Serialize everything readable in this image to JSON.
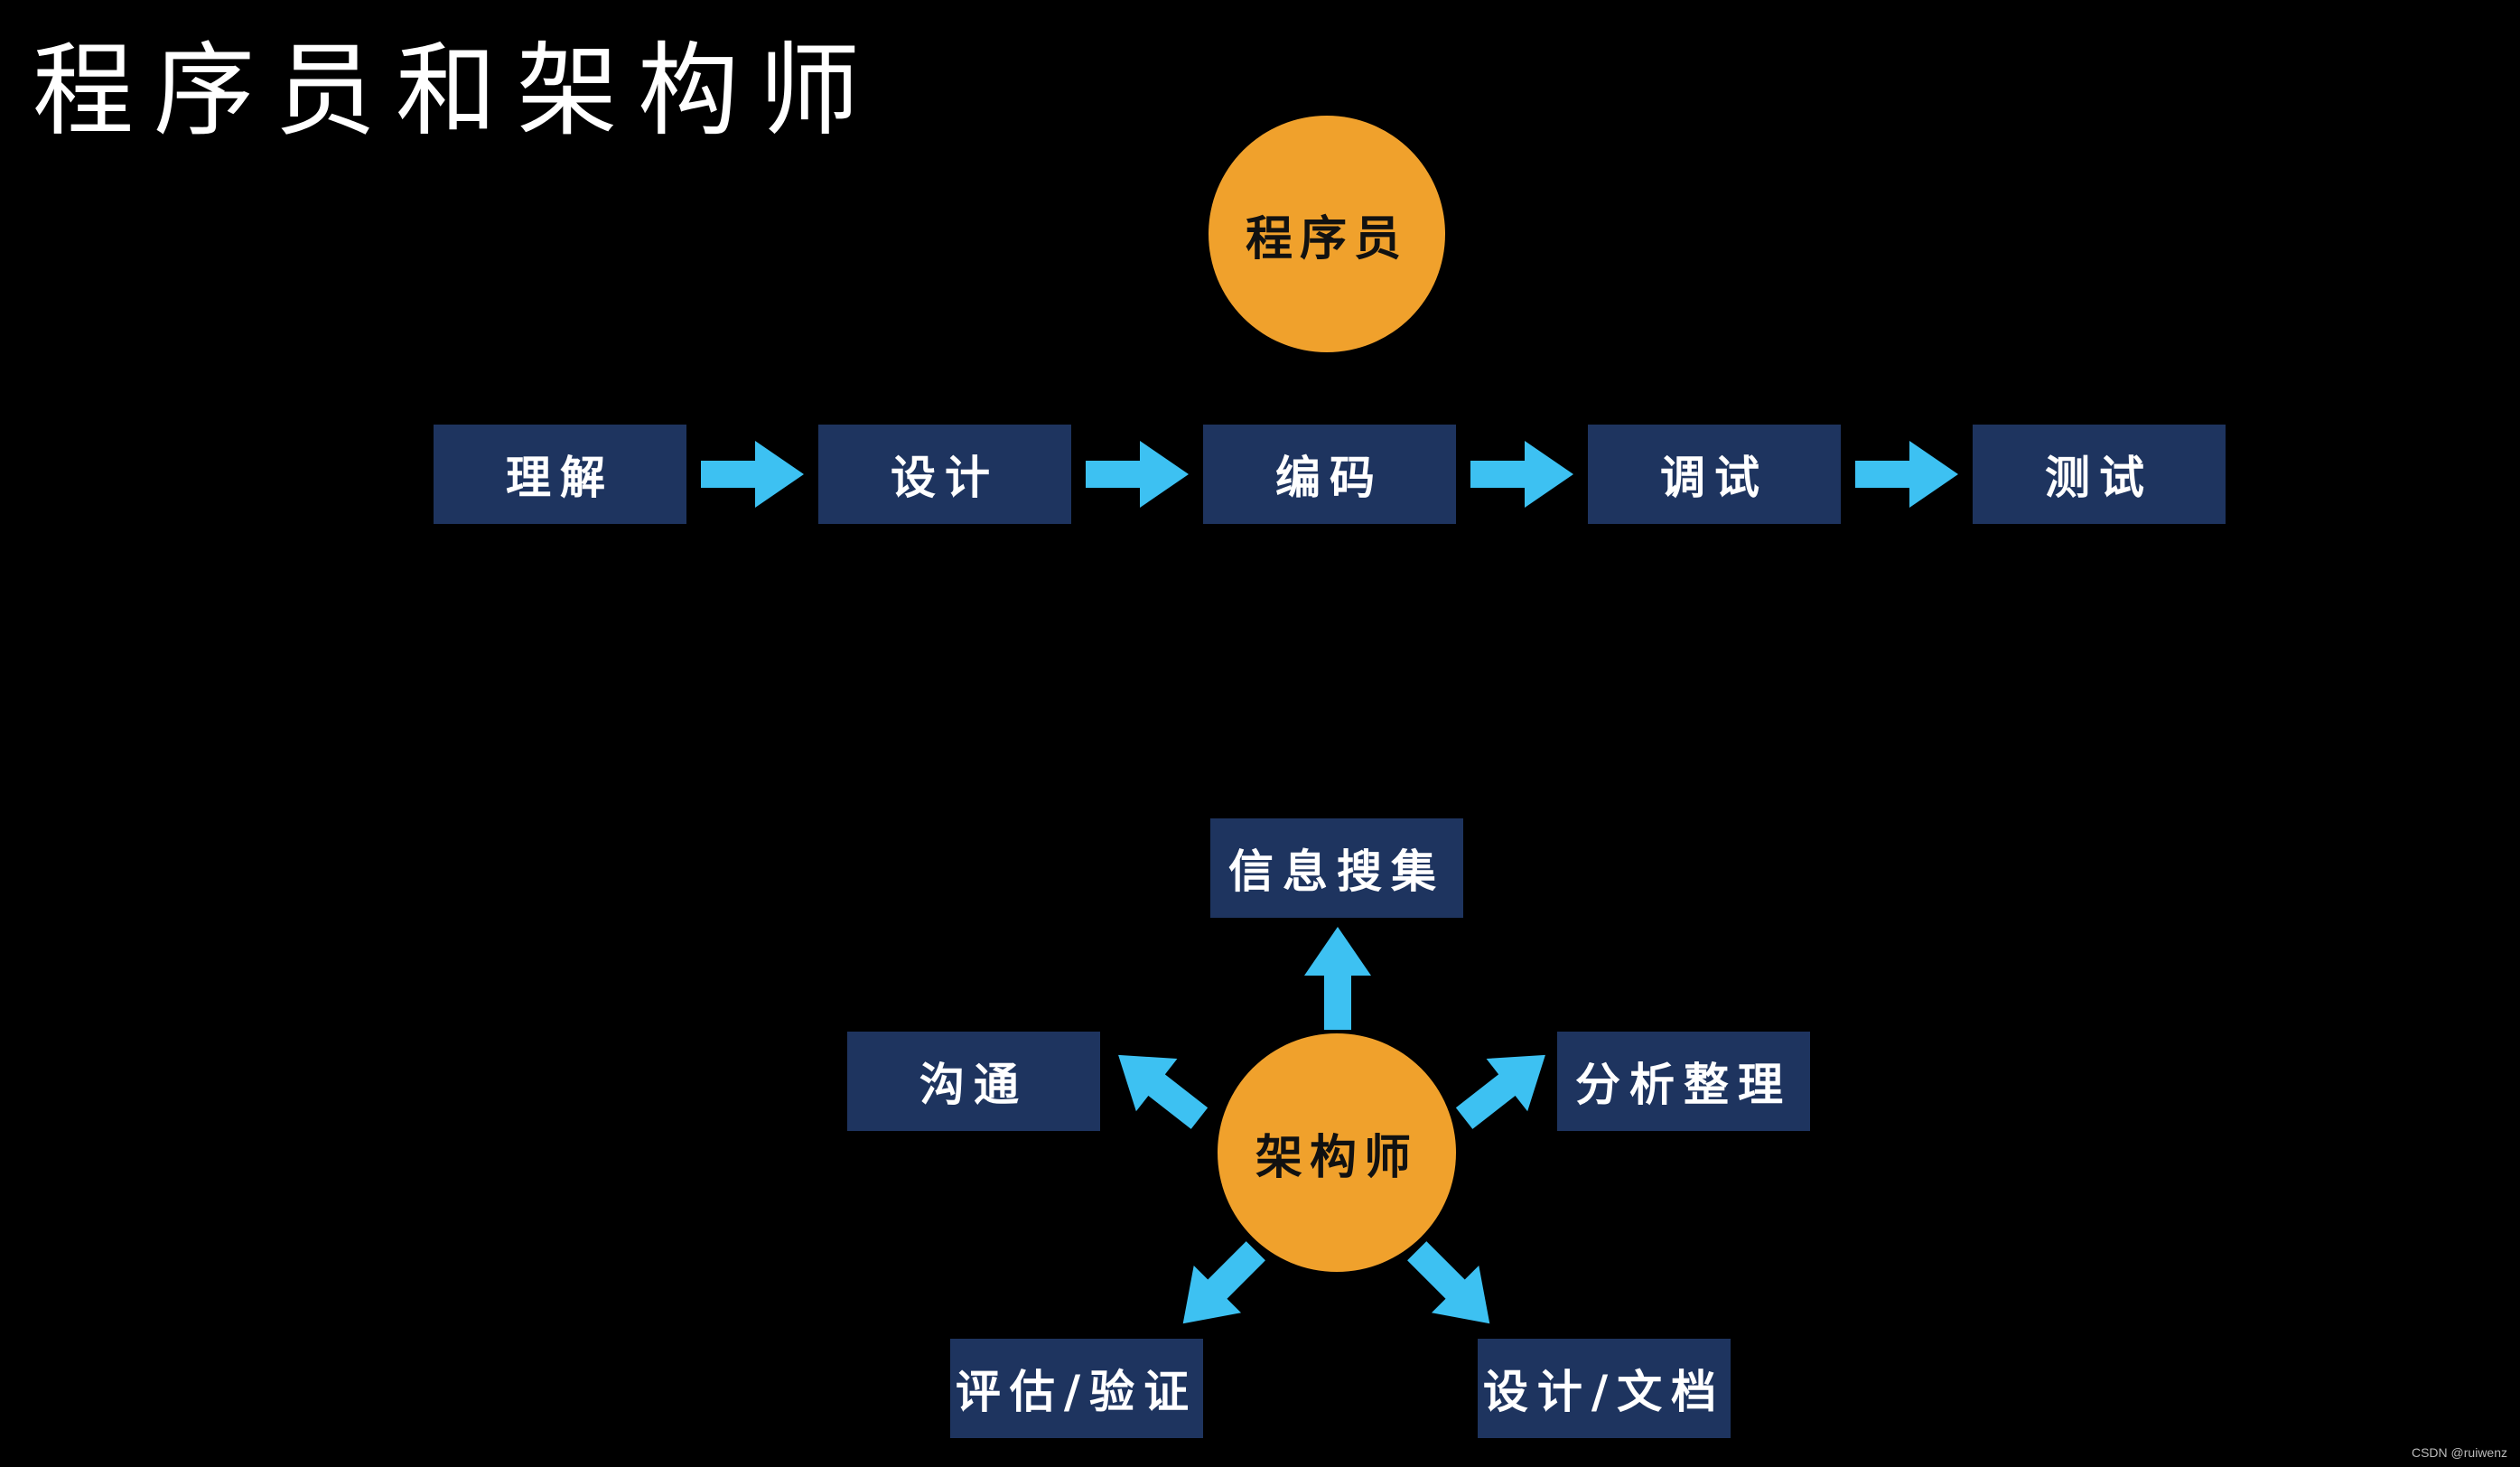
{
  "title": "程序员和架构师",
  "colors": {
    "background": "#000000",
    "circle": "#f0a12c",
    "box": "#1e345f",
    "arrow": "#3dc1f2"
  },
  "programmer": {
    "label": "程序员",
    "steps": [
      "理解",
      "设计",
      "编码",
      "调试",
      "测试"
    ]
  },
  "architect": {
    "label": "架构师",
    "tasks": {
      "top": "信息搜集",
      "left": "沟通",
      "right": "分析整理",
      "bottom_left": "评估/验证",
      "bottom_right": "设计/文档"
    }
  },
  "credit": "CSDN @ruiwenz"
}
